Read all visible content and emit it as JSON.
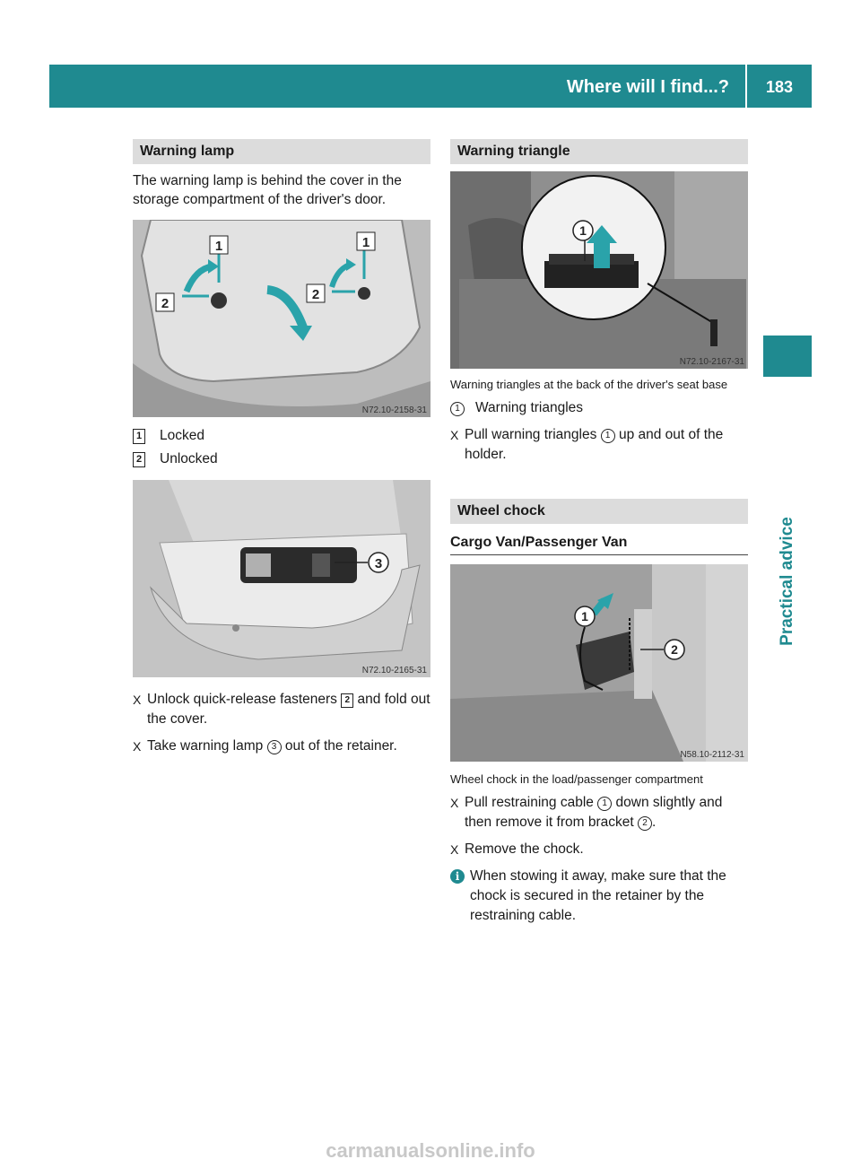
{
  "header": {
    "title": "Where will I find...?",
    "page_number": "183"
  },
  "side_tab": {
    "label": "Practical advice"
  },
  "warning_lamp": {
    "heading": "Warning lamp",
    "intro": "The warning lamp is behind the cover in the storage compartment of the driver's door.",
    "figure1_code": "N72.10-2158-31",
    "legend": [
      {
        "num": "1",
        "label": "Locked"
      },
      {
        "num": "2",
        "label": "Unlocked"
      }
    ],
    "figure2_code": "N72.10-2165-31",
    "steps": {
      "s1_pre": "Unlock quick-release fasteners ",
      "s1_ref": "2",
      "s1_post": " and fold out the cover.",
      "s2_pre": "Take warning lamp ",
      "s2_ref": "3",
      "s2_post": " out of the retainer."
    }
  },
  "warning_triangle": {
    "heading": "Warning triangle",
    "figure_code": "N72.10-2167-31",
    "caption": "Warning triangles at the back of the driver's seat base",
    "legend_num": "1",
    "legend_label": "Warning triangles",
    "step_pre": "Pull warning triangles ",
    "step_ref": "1",
    "step_post": " up and out of the holder."
  },
  "wheel_chock": {
    "heading": "Wheel chock",
    "subheading": "Cargo Van/Passenger Van",
    "figure_code": "N58.10-2112-31",
    "caption": "Wheel chock in the load/passenger compartment",
    "step1_pre": "Pull restraining cable ",
    "step1_ref": "1",
    "step1_mid": " down slightly and then remove it from bracket ",
    "step1_ref2": "2",
    "step1_post": ".",
    "step2": "Remove the chock.",
    "info": "When stowing it away, make sure that the chock is secured in the retainer by the restraining cable."
  },
  "watermark": "carmanualsonline.info",
  "colors": {
    "accent": "#1f8a90",
    "section_bg": "#dcdcdc"
  },
  "icons": {
    "step_marker": "X",
    "info": "i"
  }
}
